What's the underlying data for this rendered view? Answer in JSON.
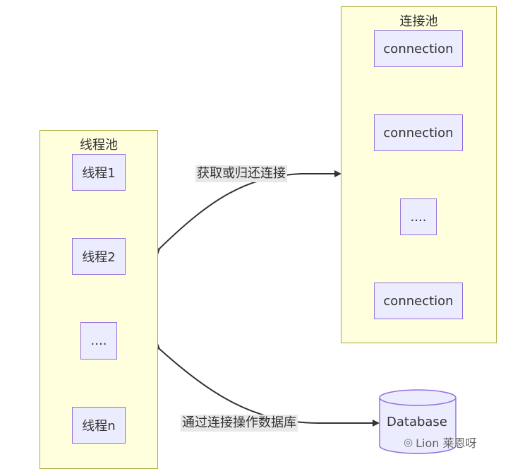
{
  "thread_pool": {
    "title": "线程池",
    "nodes": [
      "线程1",
      "线程2",
      "....",
      "线程n"
    ]
  },
  "connection_pool": {
    "title": "连接池",
    "nodes": [
      "connection",
      "connection",
      "....",
      "connection"
    ]
  },
  "database": {
    "label": "Database"
  },
  "edges": {
    "acquire_return": "获取或归还连接",
    "operate_db": "通过连接操作数据库"
  },
  "watermark": {
    "text": "Lion 莱恩呀"
  },
  "colors": {
    "cluster_fill": "#ffffde",
    "cluster_border": "#aaaa33",
    "node_fill": "#ececff",
    "node_border": "#9370db",
    "edge_label_bg": "#e8e8e8",
    "line": "#333333"
  }
}
